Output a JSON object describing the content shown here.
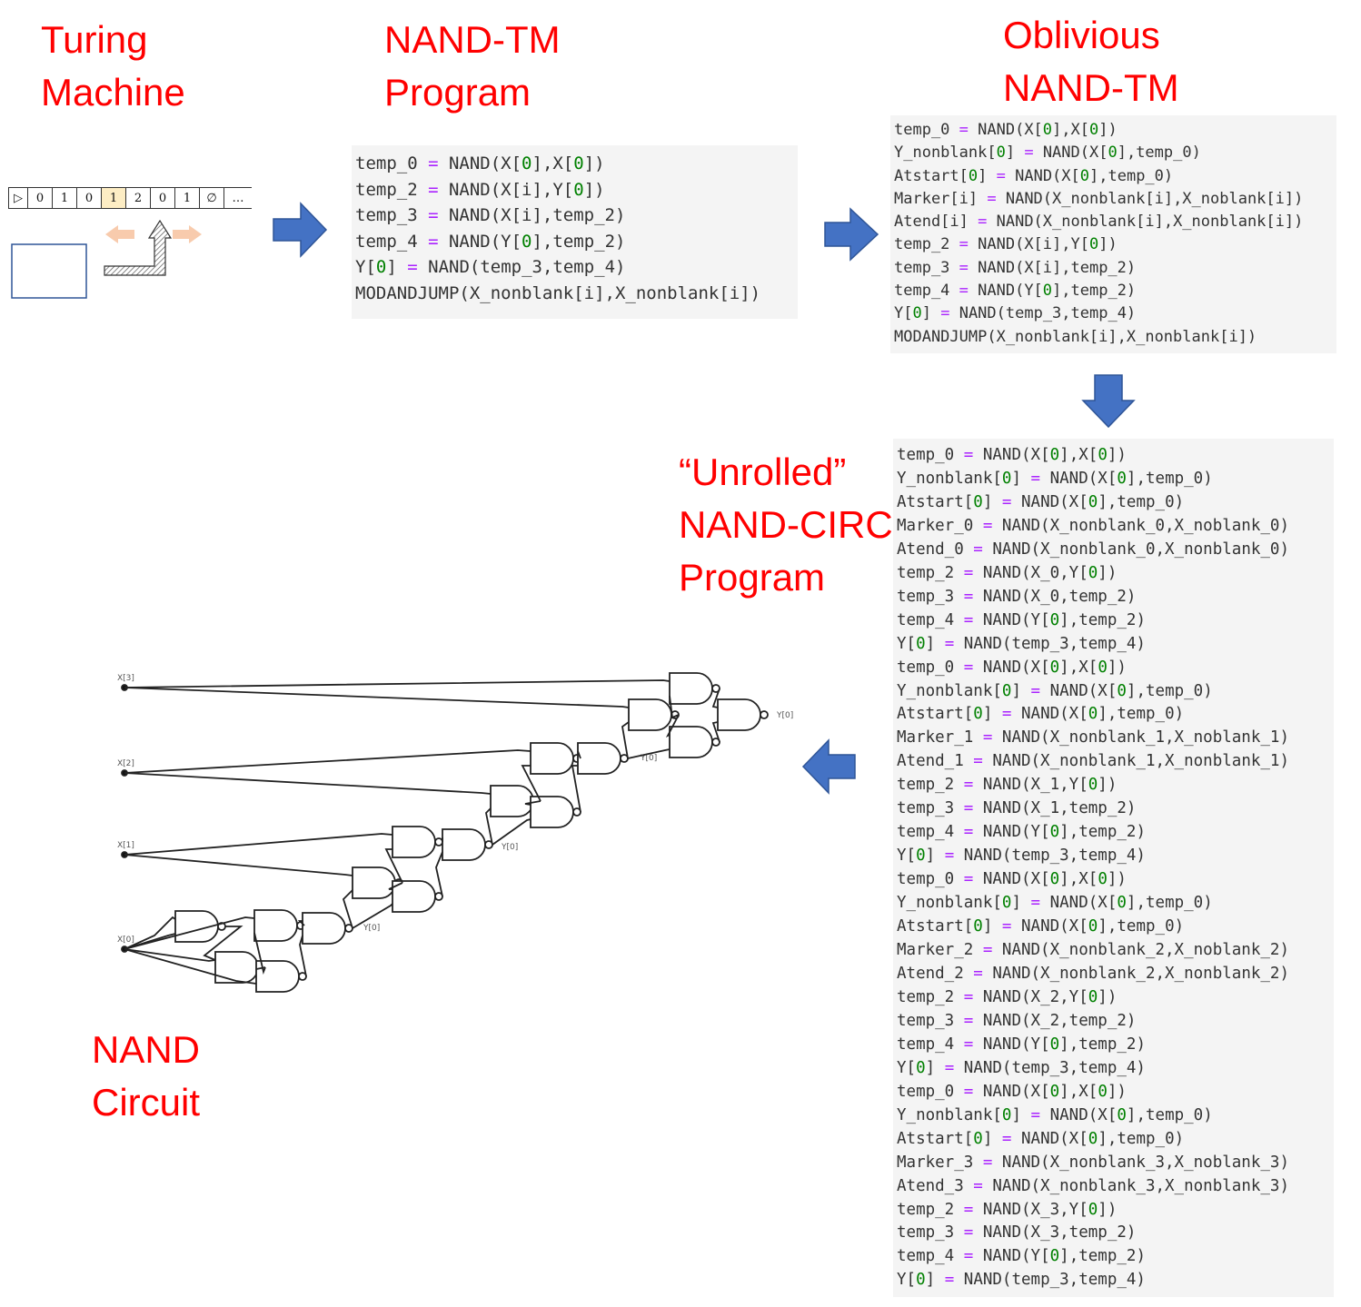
{
  "titles": {
    "turing_machine": "Turing\nMachine",
    "nand_tm": "NAND-TM\nProgram",
    "oblivious": "Oblivious\nNAND-TM",
    "unrolled": "“Unrolled”\nNAND-CIRC\nProgram",
    "circuit": "NAND\nCircuit"
  },
  "tape": {
    "cells": [
      "▷",
      "0",
      "1",
      "0",
      "1",
      "2",
      "0",
      "1",
      "∅",
      "…"
    ],
    "head_index": 4
  },
  "colors": {
    "title": "#ff0000",
    "arrow": "#4472c4",
    "code_bg": "#f4f4f4",
    "equals_sign": "#aa22ff",
    "number": "#008000",
    "head_cell": "#fdedc4"
  },
  "nand_tm_program": [
    "temp_0 = NAND(X[0],X[0])",
    "temp_2 = NAND(X[i],Y[0])",
    "temp_3 = NAND(X[i],temp_2)",
    "temp_4 = NAND(Y[0],temp_2)",
    "Y[0] = NAND(temp_3,temp_4)",
    "MODANDJUMP(X_nonblank[i],X_nonblank[i])"
  ],
  "oblivious_program": [
    "temp_0 = NAND(X[0],X[0])",
    "Y_nonblank[0] = NAND(X[0],temp_0)",
    "Atstart[0] = NAND(X[0],temp_0)",
    "Marker[i] = NAND(X_nonblank[i],X_noblank[i])",
    "Atend[i] = NAND(X_nonblank[i],X_nonblank[i])",
    "temp_2 = NAND(X[i],Y[0])",
    "temp_3 = NAND(X[i],temp_2)",
    "temp_4 = NAND(Y[0],temp_2)",
    "Y[0] = NAND(temp_3,temp_4)",
    "MODANDJUMP(X_nonblank[i],X_nonblank[i])"
  ],
  "unrolled_program": [
    "temp_0 = NAND(X[0],X[0])",
    "Y_nonblank[0] = NAND(X[0],temp_0)",
    "Atstart[0] = NAND(X[0],temp_0)",
    "Marker_0 = NAND(X_nonblank_0,X_noblank_0)",
    "Atend_0 = NAND(X_nonblank_0,X_nonblank_0)",
    "temp_2 = NAND(X_0,Y[0])",
    "temp_3 = NAND(X_0,temp_2)",
    "temp_4 = NAND(Y[0],temp_2)",
    "Y[0] = NAND(temp_3,temp_4)",
    "temp_0 = NAND(X[0],X[0])",
    "Y_nonblank[0] = NAND(X[0],temp_0)",
    "Atstart[0] = NAND(X[0],temp_0)",
    "Marker_1 = NAND(X_nonblank_1,X_noblank_1)",
    "Atend_1 = NAND(X_nonblank_1,X_nonblank_1)",
    "temp_2 = NAND(X_1,Y[0])",
    "temp_3 = NAND(X_1,temp_2)",
    "temp_4 = NAND(Y[0],temp_2)",
    "Y[0] = NAND(temp_3,temp_4)",
    "temp_0 = NAND(X[0],X[0])",
    "Y_nonblank[0] = NAND(X[0],temp_0)",
    "Atstart[0] = NAND(X[0],temp_0)",
    "Marker_2 = NAND(X_nonblank_2,X_noblank_2)",
    "Atend_2 = NAND(X_nonblank_2,X_nonblank_2)",
    "temp_2 = NAND(X_2,Y[0])",
    "temp_3 = NAND(X_2,temp_2)",
    "temp_4 = NAND(Y[0],temp_2)",
    "Y[0] = NAND(temp_3,temp_4)",
    "temp_0 = NAND(X[0],X[0])",
    "Y_nonblank[0] = NAND(X[0],temp_0)",
    "Atstart[0] = NAND(X[0],temp_0)",
    "Marker_3 = NAND(X_nonblank_3,X_noblank_3)",
    "Atend_3 = NAND(X_nonblank_3,X_nonblank_3)",
    "temp_2 = NAND(X_3,Y[0])",
    "temp_3 = NAND(X_3,temp_2)",
    "temp_4 = NAND(Y[0],temp_2)",
    "Y[0] = NAND(temp_3,temp_4)"
  ],
  "circuit": {
    "inputs": [
      "X[3]",
      "X[2]",
      "X[1]",
      "X[0]"
    ],
    "outputs": [
      "Y[0]",
      "Y[0]",
      "Y[0]",
      "Y[0]"
    ]
  }
}
